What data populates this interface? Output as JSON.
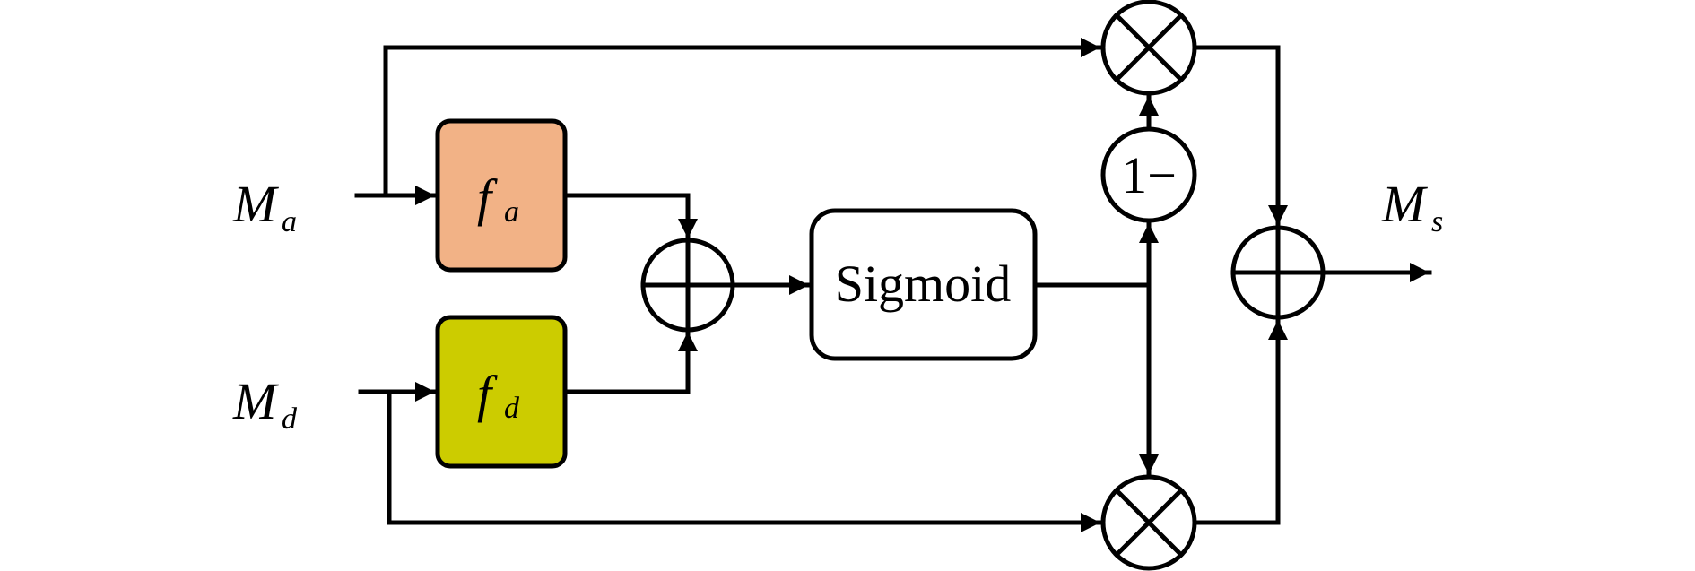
{
  "diagram": {
    "title": "Gated fusion of appearance and depth features",
    "inputs": {
      "appearance": {
        "symbol": "M",
        "subscript": "a"
      },
      "depth": {
        "symbol": "M",
        "subscript": "d"
      }
    },
    "output": {
      "symbol": "M",
      "subscript": "s"
    },
    "blocks": {
      "f_a": {
        "symbol": "f",
        "subscript": "a",
        "color": "#F2B286"
      },
      "f_d": {
        "symbol": "f",
        "subscript": "d",
        "color": "#CCCC00"
      },
      "sigmoid": {
        "label": "Sigmoid"
      },
      "one_minus": {
        "label": "1−"
      }
    },
    "operators": {
      "sum_features": "add",
      "multiply_top": "multiply",
      "multiply_bottom": "multiply",
      "sum_output": "add"
    },
    "edges": [
      {
        "from": "M_a",
        "to": "f_a"
      },
      {
        "from": "M_a",
        "to": "multiply_top"
      },
      {
        "from": "M_d",
        "to": "f_d"
      },
      {
        "from": "M_d",
        "to": "multiply_bottom"
      },
      {
        "from": "f_a",
        "to": "sum_features"
      },
      {
        "from": "f_d",
        "to": "sum_features"
      },
      {
        "from": "sum_features",
        "to": "sigmoid"
      },
      {
        "from": "sigmoid",
        "to": "one_minus"
      },
      {
        "from": "sigmoid",
        "to": "multiply_bottom"
      },
      {
        "from": "one_minus",
        "to": "multiply_top"
      },
      {
        "from": "multiply_top",
        "to": "sum_output"
      },
      {
        "from": "multiply_bottom",
        "to": "sum_output"
      },
      {
        "from": "sum_output",
        "to": "M_s"
      }
    ],
    "colors": {
      "line": "#000000",
      "background": "#FFFFFF"
    }
  }
}
